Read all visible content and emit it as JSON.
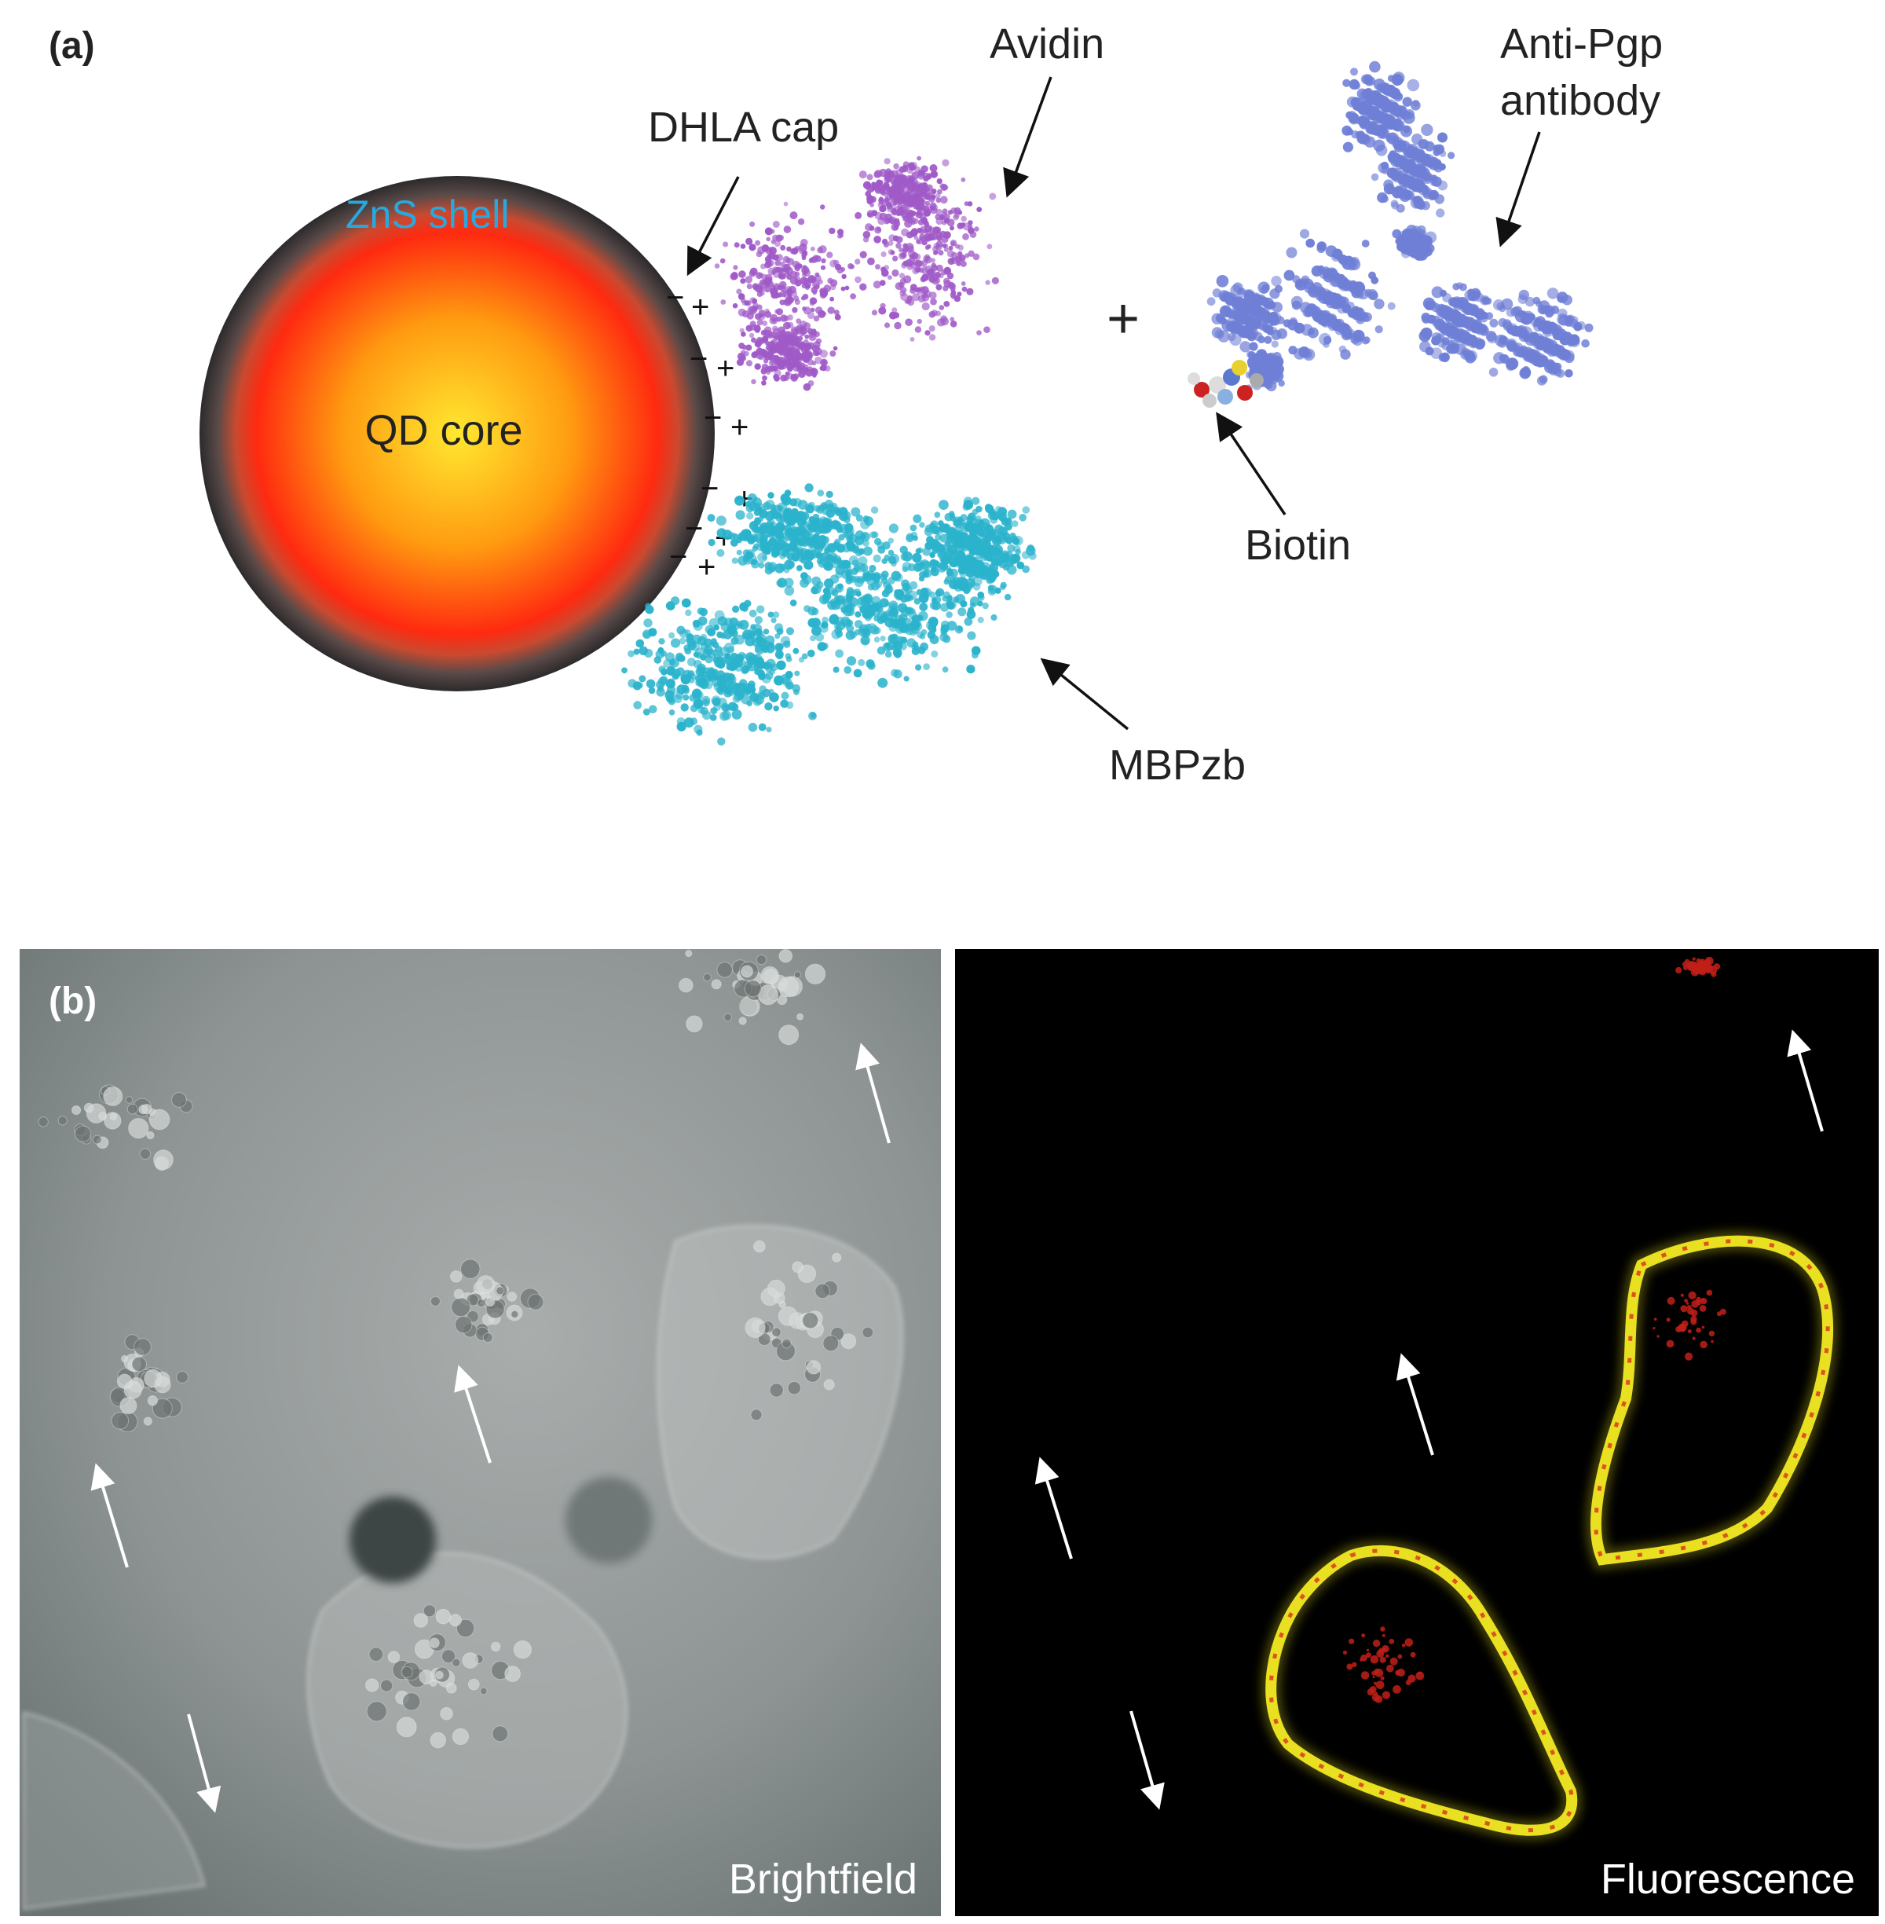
{
  "panel_a": {
    "label": "(a)",
    "qd_core": "QD core",
    "zns_shell": "ZnS shell",
    "dhla_cap": "DHLA cap",
    "avidin": "Avidin",
    "plus_sign": "+",
    "antibody_line1": "Anti-Pgp",
    "antibody_line2": "antibody",
    "biotin": "Biotin",
    "mbpzb": "MBPzb",
    "charge_plus": "+",
    "charge_minus": "−"
  },
  "panel_b": {
    "label": "(b)",
    "left_caption": "Brightfield",
    "right_caption": "Fluorescence"
  },
  "colors": {
    "zns_label": "#29a8e0",
    "avidin": "#a05ac8",
    "antibody": "#6f7fd6",
    "mbpzb": "#2bb3cc",
    "brightfield_bg": "#8a9090",
    "fluorescence_bg": "#000000",
    "membrane": "#e8e020"
  }
}
